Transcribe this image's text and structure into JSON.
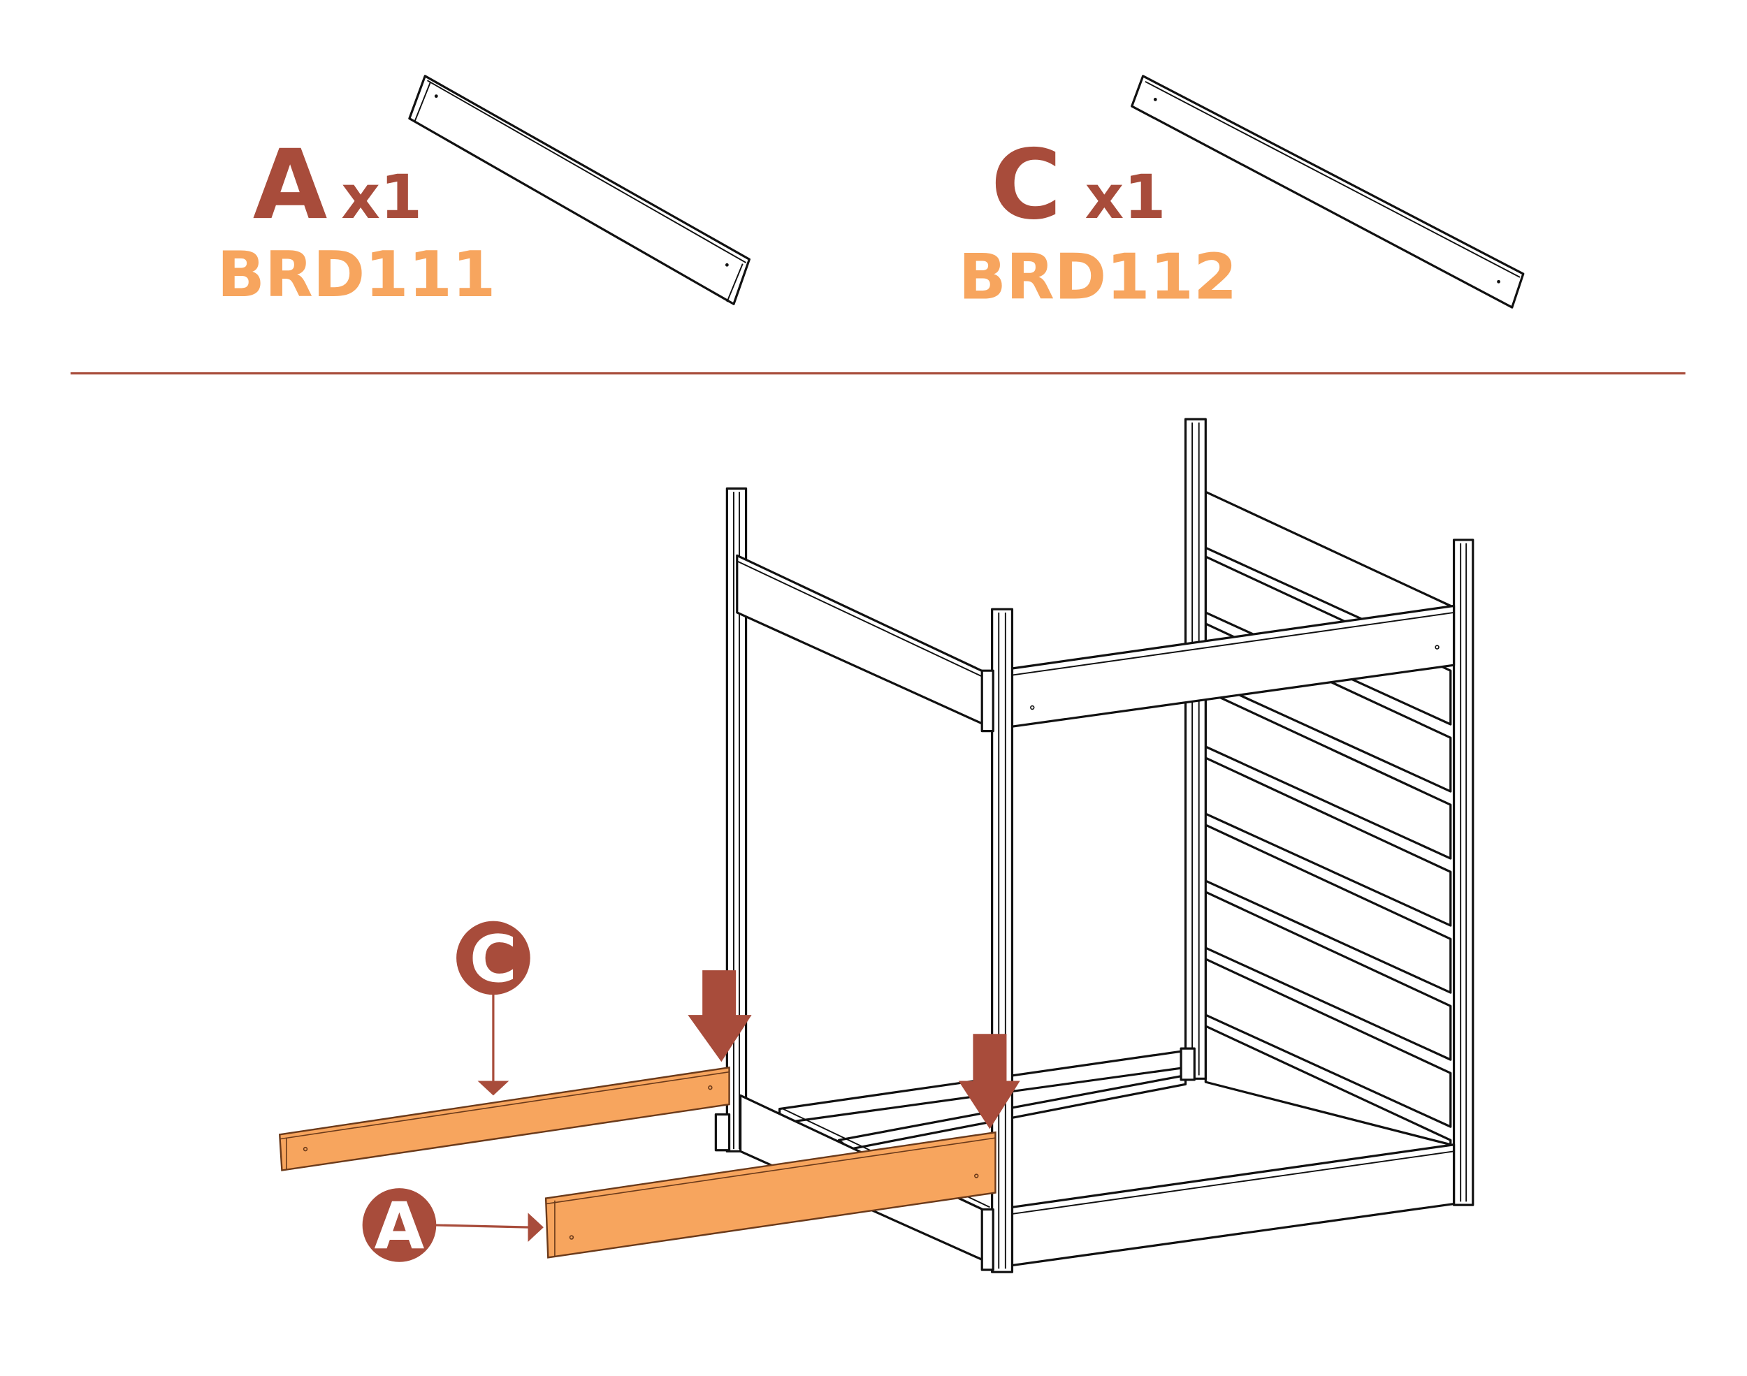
{
  "parts": [
    {
      "letter": "A",
      "quantity": "x1",
      "code": "BRD111"
    },
    {
      "letter": "C",
      "quantity": "x1",
      "code": "BRD112"
    }
  ],
  "callouts": [
    {
      "letter": "C",
      "target": "board-c"
    },
    {
      "letter": "A",
      "target": "board-a"
    }
  ],
  "colors": {
    "accent_dark": "#a84c3b",
    "accent_light": "#f7a55e",
    "line": "#111111"
  }
}
